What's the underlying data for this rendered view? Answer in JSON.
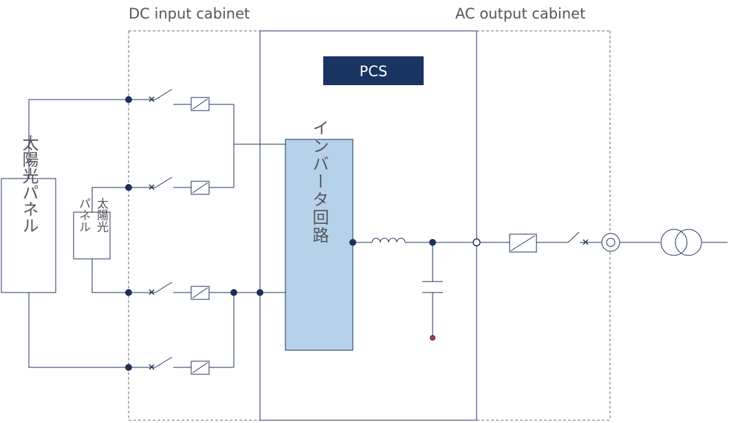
{
  "header": {
    "dc_cabinet_label": "DC input cabinet",
    "ac_cabinet_label": "AC output cabinet"
  },
  "pcs": {
    "title": "PCS"
  },
  "inverter": {
    "label": "インバータ回路"
  },
  "solar_panel_large": {
    "label": "太陽光パネル"
  },
  "solar_panel_small": {
    "label_right": "太陽光",
    "label_left": "パネル"
  },
  "colors": {
    "line": "#1a2f5a",
    "pcs_fill": "#1a3461",
    "inverter_fill": "#b6d2ea",
    "dash": "#666666",
    "text": "#555555",
    "ground_dot": "#c0392b"
  }
}
